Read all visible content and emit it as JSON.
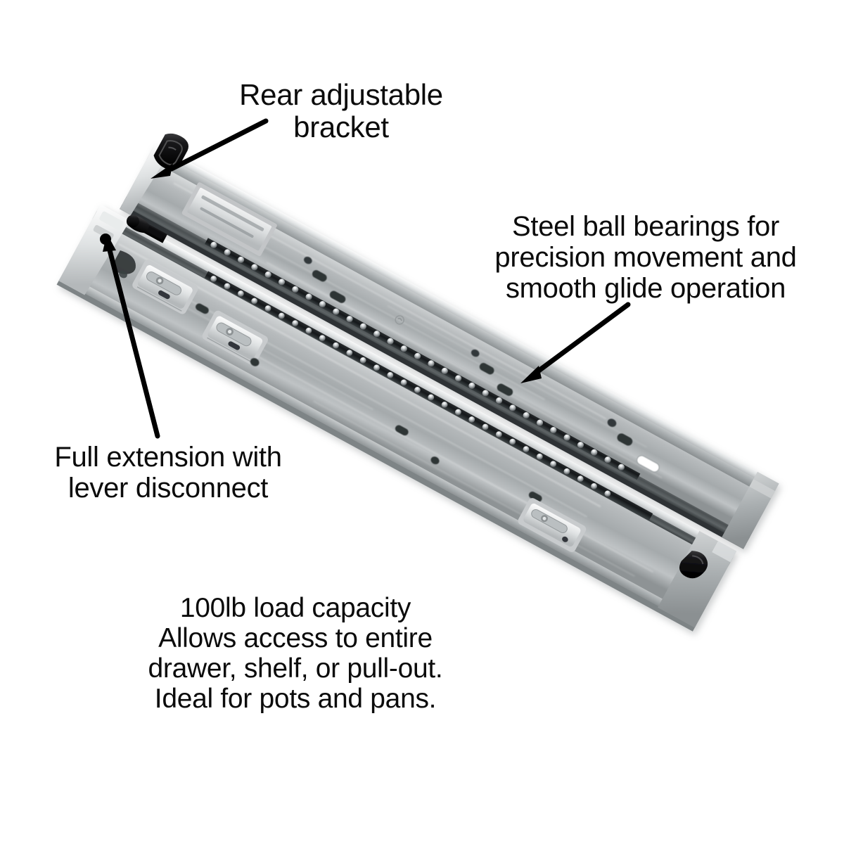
{
  "image": {
    "subject": "Ball bearing drawer slide pair",
    "background_color": "#ffffff",
    "text_color": "#0b0b0b",
    "metal_color": "#b9bcbd",
    "metal_dark_color": "#6e7375",
    "plastic_color": "#161616"
  },
  "callouts": [
    {
      "id": "rear-adjustable-bracket",
      "lines": [
        "Rear adjustable",
        "bracket"
      ],
      "line1": "Rear adjustable",
      "line2": "bracket"
    },
    {
      "id": "steel-ball-bearings",
      "lines": [
        "Steel ball bearings for",
        "precision movement and",
        "smooth glide operation"
      ],
      "line1": "Steel ball bearings for",
      "line2": "precision movement and",
      "line3": "smooth glide operation"
    },
    {
      "id": "full-extension",
      "lines": [
        "Full extension with",
        "lever disconnect"
      ],
      "line1": "Full extension with",
      "line2": "lever disconnect"
    },
    {
      "id": "load-capacity",
      "lines": [
        "100lb load capacity",
        "Allows access to entire",
        "drawer, shelf, or pull-out.",
        "Ideal for pots and pans."
      ],
      "line1": "100lb load capacity",
      "line2": "Allows access to entire",
      "line3": "drawer, shelf, or pull-out.",
      "line4": "Ideal for pots and pans."
    }
  ],
  "specs": {
    "load_capacity": "100lb",
    "extension_type": "Full extension",
    "disconnect": "lever disconnect",
    "bearing_type": "Steel ball bearings",
    "bracket": "Rear adjustable bracket"
  }
}
